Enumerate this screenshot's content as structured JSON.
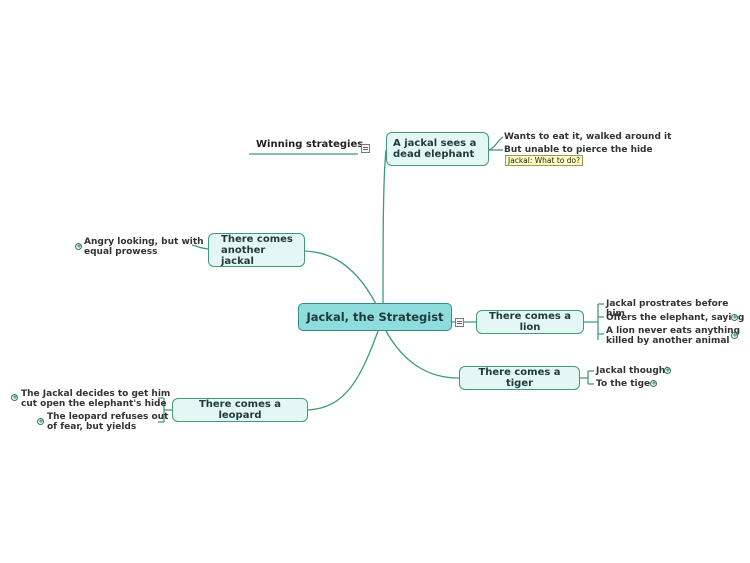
{
  "central": {
    "label": "Jackal, the Strategist"
  },
  "floating": {
    "label": "Winning strategies"
  },
  "topics": [
    {
      "label": "A jackal sees a\ndead elephant",
      "children": [
        "Wants to eat it, walked around it",
        "But unable to pierce the hide"
      ],
      "note": "Jackal: What to do?"
    },
    {
      "label": "There comes\nanother jackal",
      "children": [
        "Angry looking, but with\nequal prowess"
      ]
    },
    {
      "label": "There comes a lion",
      "children": [
        "Jackal prostrates before him",
        "Offers the elephant, saying",
        "A lion never eats anything\nkilled by another animal"
      ]
    },
    {
      "label": "There comes a tiger",
      "children": [
        "Jackal thought",
        "To the tiger"
      ]
    },
    {
      "label": "There comes a leopard",
      "children": [
        "The Jackal decides to get him\ncut open the elephant's hide",
        "The leopard refuses out\nof fear, but yields"
      ]
    }
  ],
  "colors": {
    "line": "#3f9a78",
    "central_fill": "#8fdcdc",
    "topic_fill": "#e4f7f6",
    "note_fill": "#ffffc4"
  },
  "icons": {
    "collapsed": "plus-circle-icon",
    "attachment": "notes-icon"
  }
}
